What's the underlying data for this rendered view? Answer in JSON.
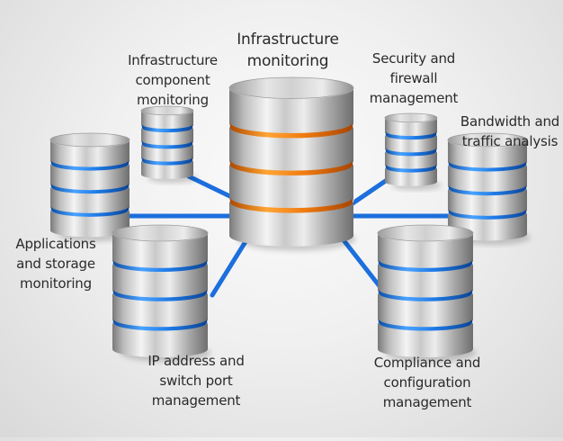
{
  "diagram": {
    "title": "Infrastructure monitoring",
    "hub": {
      "id": "hub",
      "label_lines": [
        "Infrastructure",
        "monitoring"
      ],
      "band_color": "#f07c12"
    },
    "nodes": [
      {
        "id": "infra-component",
        "label_lines": [
          "Infrastructure",
          "component",
          "monitoring"
        ]
      },
      {
        "id": "security-firewall",
        "label_lines": [
          "Security and",
          "firewall",
          "management"
        ]
      },
      {
        "id": "bandwidth-traffic",
        "label_lines": [
          "Bandwidth and",
          "traffic analysis"
        ]
      },
      {
        "id": "applications-storage",
        "label_lines": [
          "Applications",
          "and storage",
          "monitoring"
        ]
      },
      {
        "id": "ip-switch",
        "label_lines": [
          "IP address and",
          "switch port",
          "management"
        ]
      },
      {
        "id": "compliance-config",
        "label_lines": [
          "Compliance and",
          "configuration",
          "management"
        ]
      }
    ],
    "edges": [
      {
        "from": "hub",
        "to": "infra-component"
      },
      {
        "from": "hub",
        "to": "security-firewall"
      },
      {
        "from": "hub",
        "to": "bandwidth-traffic"
      },
      {
        "from": "hub",
        "to": "applications-storage"
      },
      {
        "from": "hub",
        "to": "ip-switch"
      },
      {
        "from": "hub",
        "to": "compliance-config"
      }
    ],
    "colors": {
      "node_band": "#1f78e0",
      "connector": "#1c6fdc",
      "metal_light": "#f2f2f2",
      "metal_dark": "#7d7d7d",
      "text": "#2a2a2a"
    }
  }
}
